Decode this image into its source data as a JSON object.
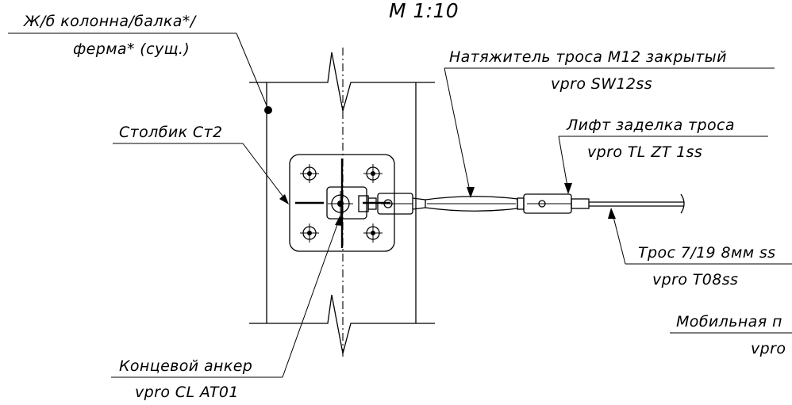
{
  "title": "М 1:10",
  "labels": {
    "column": {
      "line1": "Ж/б колонна/балка*/",
      "line2": "ферма* (сущ.)"
    },
    "tensioner": {
      "line1": "Натяжитель троса М12 закрытый",
      "line2": "vpro SW12ss"
    },
    "lift": {
      "line1": "Лифт заделка троса",
      "line2": "vpro TL ZT 1ss"
    },
    "post": {
      "line1": "Столбик Ст2"
    },
    "cable": {
      "line1": "Трос 7/19 8мм ss",
      "line2": "vpro T08ss"
    },
    "mobile": {
      "line1": "Мобильная п",
      "line2": "vprо"
    },
    "anchor": {
      "line1": "Концевой анкер",
      "line2": "vpro CL AT01"
    }
  }
}
